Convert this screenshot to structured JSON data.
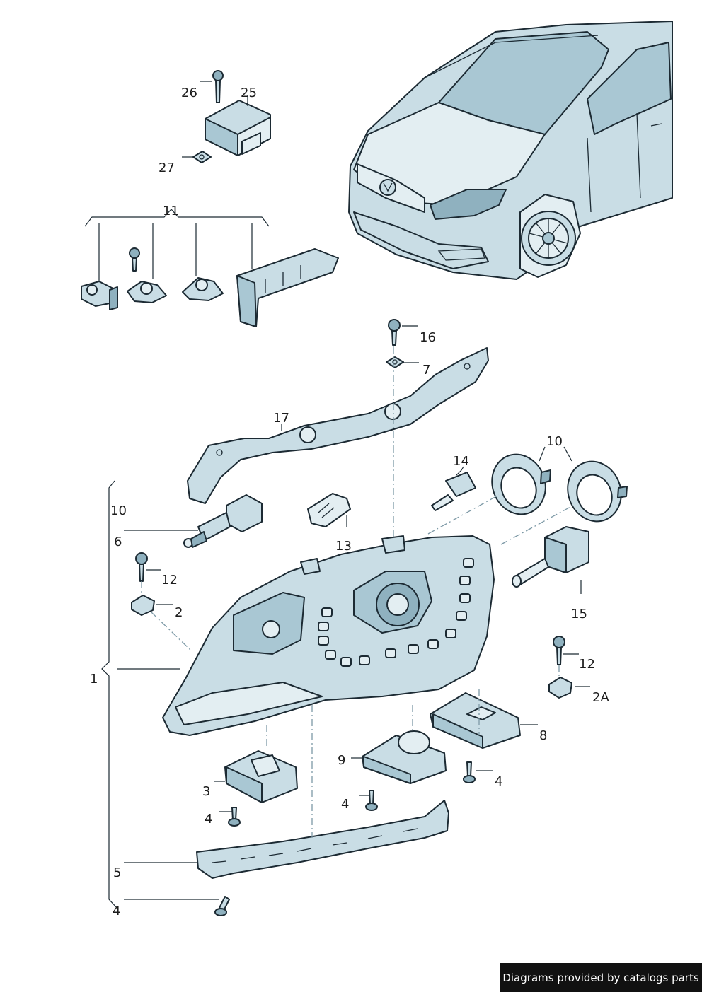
{
  "labels": {
    "l26": "26",
    "l25": "25",
    "l27": "27",
    "l11": "11",
    "l16": "16",
    "l7": "7",
    "l17": "17",
    "l14": "14",
    "l10a": "10",
    "l10b": "10",
    "l6": "6",
    "l13": "13",
    "l12a": "12",
    "l2": "2",
    "l15": "15",
    "l12b": "12",
    "l2A": "2A",
    "l1": "1",
    "l8": "8",
    "l9": "9",
    "l4a": "4",
    "l3": "3",
    "l4b": "4",
    "l4c": "4",
    "l5": "5",
    "l4d": "4"
  },
  "credit": "Diagrams provided by catalogs parts"
}
